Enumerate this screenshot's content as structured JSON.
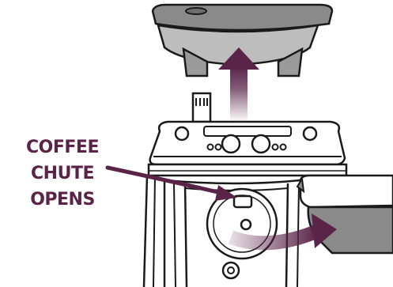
{
  "callout": {
    "lines": [
      "COFFEE",
      "CHUTE",
      "OPENS"
    ]
  },
  "colors": {
    "accent": "#5a2449",
    "outline": "#1a1a1a",
    "shade": "#8a8a8a",
    "shade_light": "#d9d9d9",
    "background": "#ffffff"
  },
  "icons": {
    "lift_arrow": "arrow-up-icon",
    "pointer_arrow": "arrow-right-icon",
    "swing_arrow": "curved-arrow-icon"
  }
}
